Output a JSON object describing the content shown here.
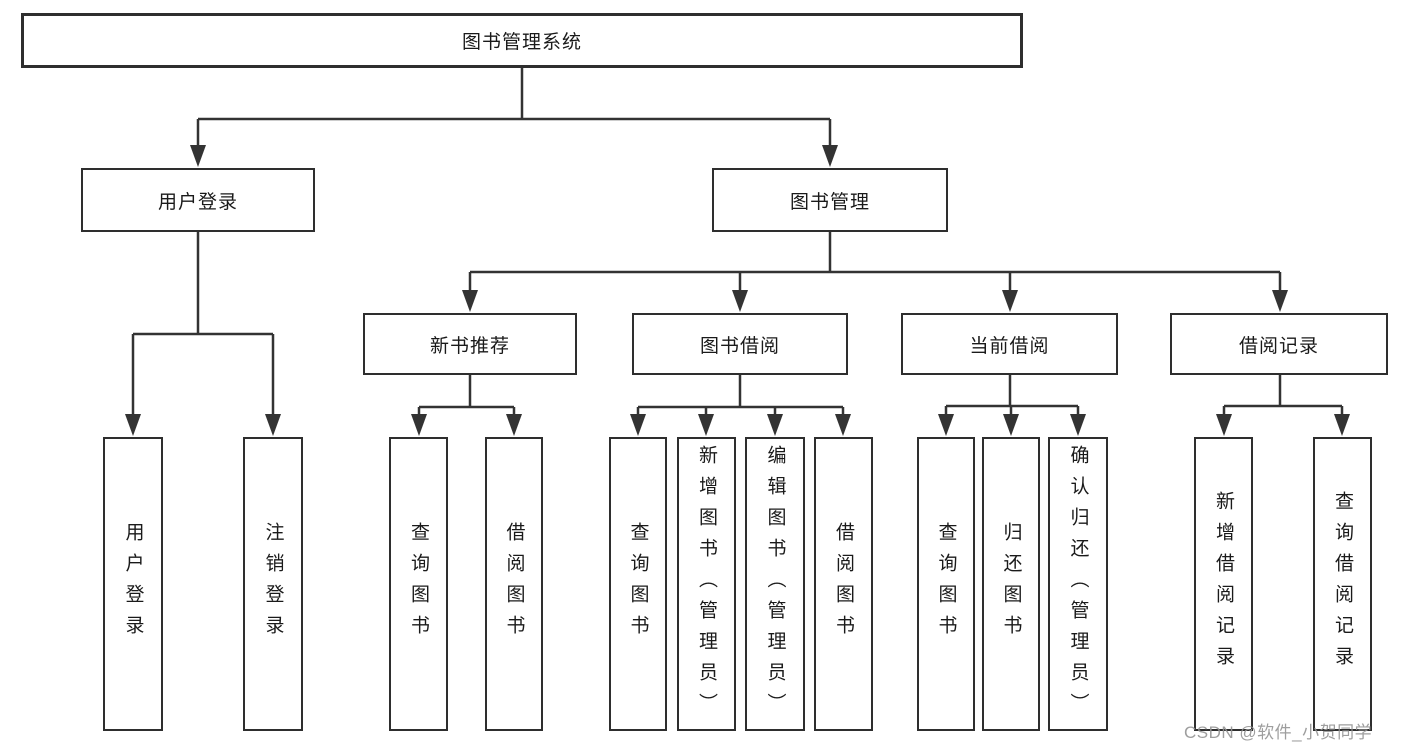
{
  "diagram": {
    "title": "图书管理系统",
    "level2": {
      "user_login": "用户登录",
      "book_management": "图书管理"
    },
    "level3": {
      "new_book_recommend": "新书推荐",
      "book_borrow": "图书借阅",
      "current_borrow": "当前借阅",
      "borrow_records": "借阅记录"
    },
    "leaves": {
      "user_login": "用户登录",
      "logout": "注销登录",
      "nb_query_books": "查询图书",
      "nb_borrow_books": "借阅图书",
      "bw_query_books": "查询图书",
      "bw_add_books": "新增图书（管理员）",
      "bw_edit_books": "编辑图书（管理员）",
      "bw_borrow_books": "借阅图书",
      "cb_query_books": "查询图书",
      "cb_return_books": "归还图书",
      "cb_confirm_return": "确认归还（管理员）",
      "rc_add_record": "新增借阅记录",
      "rc_query_record": "查询借阅记录"
    },
    "watermark": "CSDN @软件_小贺同学",
    "colors": {
      "line": "#333333",
      "box_border": "#2e2e2e",
      "text": "#1a1a1a",
      "watermark": "#949494",
      "background": "#ffffff"
    }
  }
}
